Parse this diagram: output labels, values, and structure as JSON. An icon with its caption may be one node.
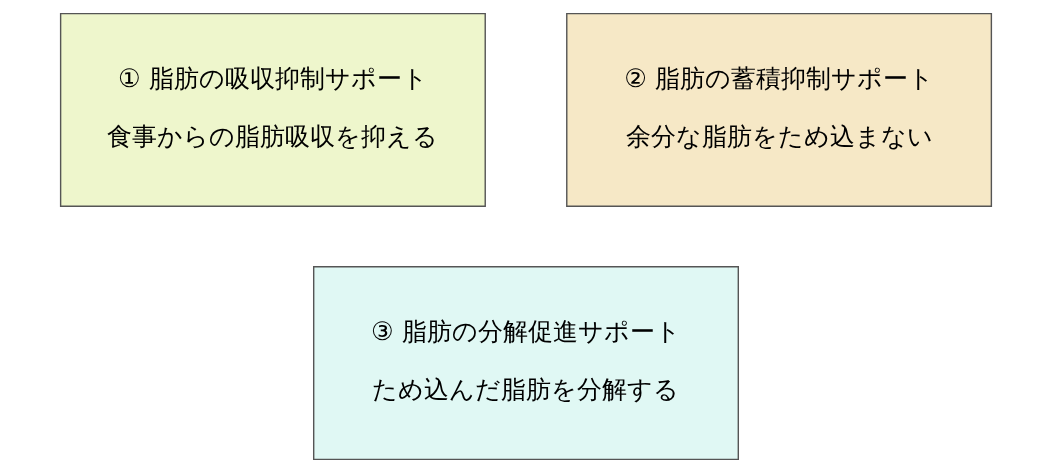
{
  "diagram": {
    "nodes": [
      {
        "text": [
          "① 脂肪の吸収抑制サポート",
          "食事からの脂肪吸収を抑える"
        ]
      },
      {
        "text": [
          "② 脂肪の蓄積抑制サポート",
          "余分な脂肪をため込まない"
        ]
      },
      {
        "text": [
          "③ 脂肪の分解促進サポート",
          "ため込んだ脂肪を分解する"
        ]
      }
    ]
  }
}
